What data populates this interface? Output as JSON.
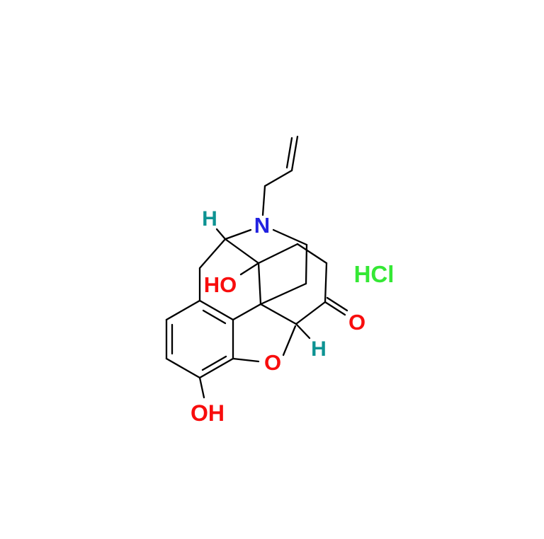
{
  "molecule": {
    "labels": {
      "n17": "N",
      "h_c9": "H",
      "ho_c14": "HO",
      "o_ether": "O",
      "o_ketone": "O",
      "h_c5": "H",
      "oh_phenol": "OH",
      "salt": "HCl"
    }
  },
  "colors": {
    "nitrogen": "#2222e0",
    "oxygen": "#f80d0d",
    "stereo_h": "#0d9393",
    "salt": "#35e835",
    "bond": "#000000",
    "background": "#ffffff"
  }
}
